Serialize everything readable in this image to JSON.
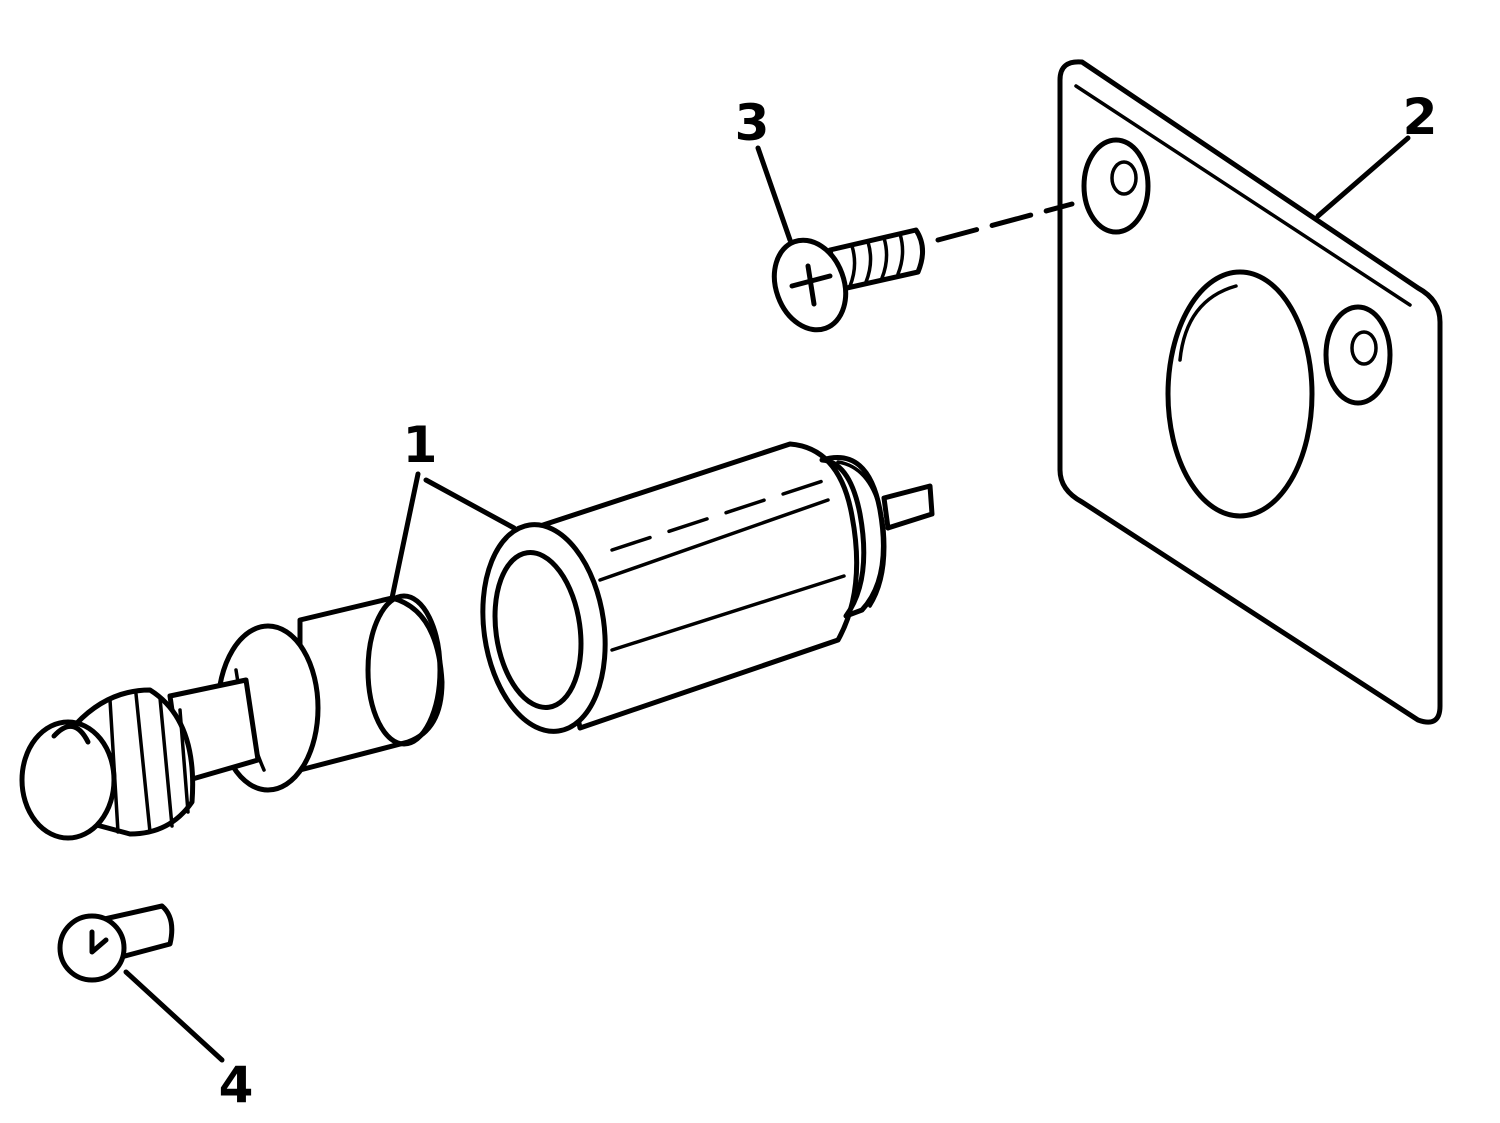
{
  "diagram": {
    "callouts": [
      {
        "id": "1",
        "label": "1"
      },
      {
        "id": "2",
        "label": "2"
      },
      {
        "id": "3",
        "label": "3"
      },
      {
        "id": "4",
        "label": "4"
      }
    ],
    "parts": [
      {
        "callout": "1",
        "icon": "cigarette-lighter-element-and-receptacle-icon"
      },
      {
        "callout": "2",
        "icon": "mounting-plate-icon"
      },
      {
        "callout": "3",
        "icon": "phillips-screw-icon"
      },
      {
        "callout": "4",
        "icon": "bulb-icon"
      }
    ]
  }
}
